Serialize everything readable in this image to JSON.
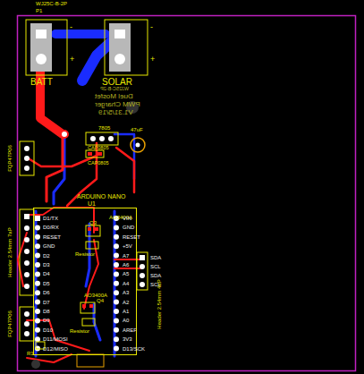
{
  "diagram": {
    "nodes": [
      {
        "text": [
          "ARDUINO NANO",
          "U1"
        ]
      }
    ],
    "labels": [
      "WJ25C-B-2P",
      "P1",
      "-",
      "+",
      "-",
      "+",
      "BATT",
      "SOLAR",
      "WJ25C-B-2P",
      "Duel Mosfet",
      "PWM Charger",
      "V1.31/5/19",
      "7805",
      "47uF",
      "CAP0805",
      "CAP0805",
      "FQP47P06",
      "FQP47P06",
      "Header 2.54mm 7aP",
      "AO3400A",
      "Q3",
      "Resistor",
      "AO3400A",
      "Q4",
      "Resistor",
      "R1",
      "SDA",
      "SCL",
      "SDA",
      "SCL",
      "Header 2.54mm 4aP",
      "D1/TX",
      "D0/RX",
      "RESET",
      "GND",
      "D2",
      "D3",
      "D4",
      "D5",
      "D6",
      "D7",
      "D8",
      "D9",
      "D10",
      "D11/MOSI",
      "D12/MISO",
      "VIN",
      "GND",
      "RESET",
      "+5V",
      "A7",
      "A6",
      "A5",
      "A4",
      "A3",
      "A2",
      "A1",
      "A0",
      "AREF",
      "3V3",
      "D13/SCK"
    ]
  }
}
